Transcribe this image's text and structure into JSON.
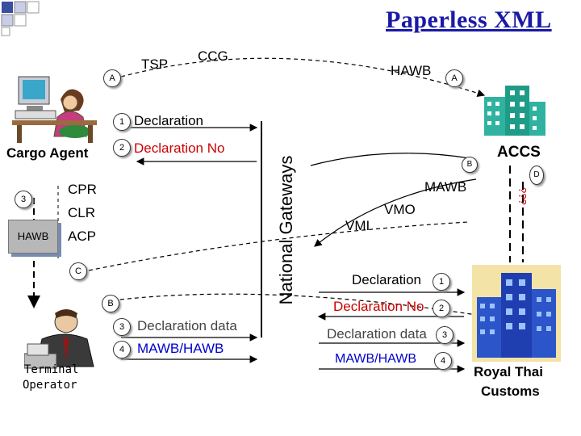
{
  "title": "Paperless XML",
  "nodes": {
    "tsp": "TSP",
    "ccg": "CCG",
    "hawb_top": "HAWB",
    "cargo_agent": "Cargo Agent",
    "terminal_operator_1": "Terminal",
    "terminal_operator_2": "Operator",
    "national_gateways": "National Gateways",
    "accs": "ACCS",
    "royal_thai_1": "Royal Thai",
    "royal_thai_2": "Customs",
    "hawb_box": "HAWB"
  },
  "agent_side": {
    "decl": "Declaration",
    "decl_no": "Declaration No",
    "cpr": "CPR",
    "clr": "CLR",
    "acp": "ACP",
    "decl_data": "Declaration data",
    "mawb_hawb": "MAWB/HAWB"
  },
  "customs_side": {
    "mawb": "MAWB",
    "vmo": "VMO",
    "vmi": "VMI",
    "decl": "Declaration",
    "decl_no": "Declaration No",
    "decl_data": "Declaration data",
    "mawb_hawb": "MAWB/HAWB",
    "qqq": "???"
  },
  "markers": {
    "A": "A",
    "B": "B",
    "C": "C",
    "D": "D",
    "n1": "1",
    "n2": "2",
    "n3": "3",
    "n4": "4"
  },
  "colors": {
    "title": "#1a1aa6",
    "blue_text": "#0000cc",
    "red_text": "#cc0000"
  }
}
